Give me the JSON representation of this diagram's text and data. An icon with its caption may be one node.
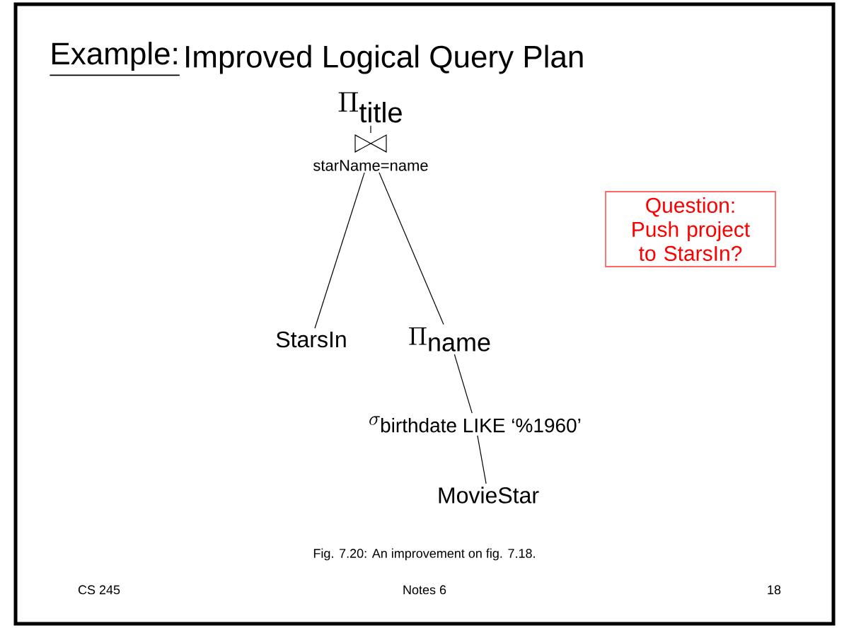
{
  "diagram": {
    "title": "Improved Logical Query Plan",
    "caption": "Fig. 7.20: An improvement on fig. 7.18.",
    "nodes": [
      {
        "text": [
          "\\Pi_{\\mbox{title}}"
        ]
      },
      {
        "text": [
          "starName=name"
        ]
      },
      {
        "text": [
          "StarsIn"
        ]
      },
      {
        "text": [
          "\\Pi_{\\mbox{name}}"
        ]
      },
      {
        "text": [
          "\\sigma_{\\mbox{birthdate LIKE ‘\\%1960’}}"
        ]
      },
      {
        "text": [
          "MovieStar"
        ]
      },
      {
        "text": [
          "Question: Push project to StarsIn?"
        ]
      }
    ],
    "edges": [
      {
        "from": 0,
        "to": 1,
        "arrow": "none"
      },
      {
        "from": 1,
        "to": 2,
        "arrow": "none"
      },
      {
        "from": 1,
        "to": 3,
        "arrow": "none"
      },
      {
        "from": 3,
        "to": 4,
        "arrow": "none"
      },
      {
        "from": 4,
        "to": 5,
        "arrow": "none"
      }
    ],
    "labels": [
      "Example:",
      "CS 245",
      "Notes 6",
      "18"
    ]
  }
}
